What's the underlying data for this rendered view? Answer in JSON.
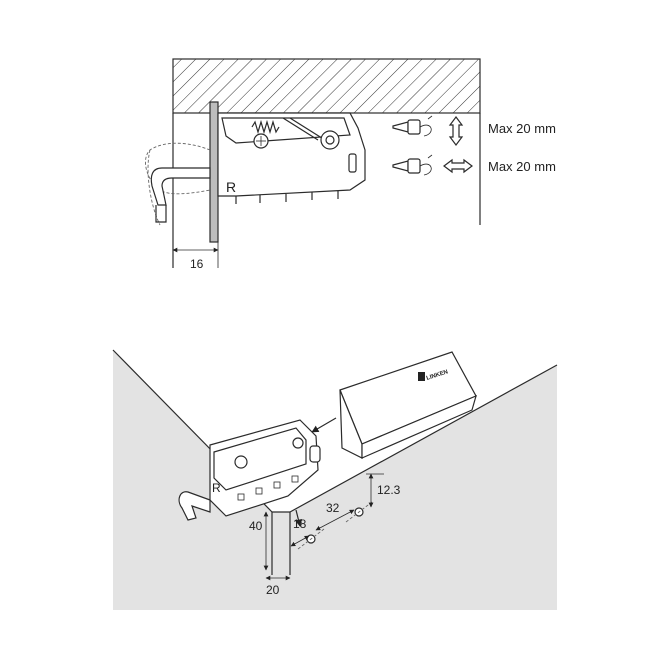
{
  "top_view": {
    "dim_depth": "16",
    "side_marker": "R",
    "adjust_vertical": "Max 20 mm",
    "adjust_horizontal": "Max 20 mm"
  },
  "bottom_view": {
    "side_marker": "R",
    "brand": "LINKEN",
    "dim_height": "40",
    "dim_width": "20",
    "dim_edge_offset": "18",
    "dim_hole_spacing": "32",
    "dim_rail_offset": "12.3"
  }
}
